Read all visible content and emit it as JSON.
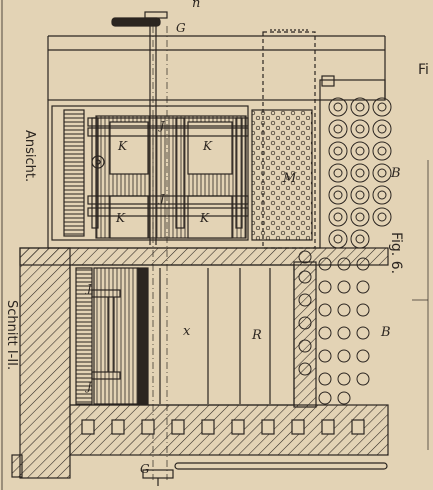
{
  "labels": {
    "fig_top_edge": "Fi",
    "view_upper": "Ansicht.",
    "view_lower": "Schnitt I-II.",
    "figure_number": "Fig. 6.",
    "top_letter": "n",
    "g_top": "G",
    "g_bottom": "G",
    "k1": "K",
    "k2": "K",
    "k3": "K",
    "k4": "K",
    "j_upper": "J",
    "j_mid": "J",
    "j_left_a": "J",
    "j_left_b": "J",
    "m": "M",
    "b_upper": "B",
    "b_lower": "B",
    "x": "x",
    "r": "R"
  },
  "colors": {
    "paper": "#e3d3b5",
    "ink": "#2b2520"
  }
}
